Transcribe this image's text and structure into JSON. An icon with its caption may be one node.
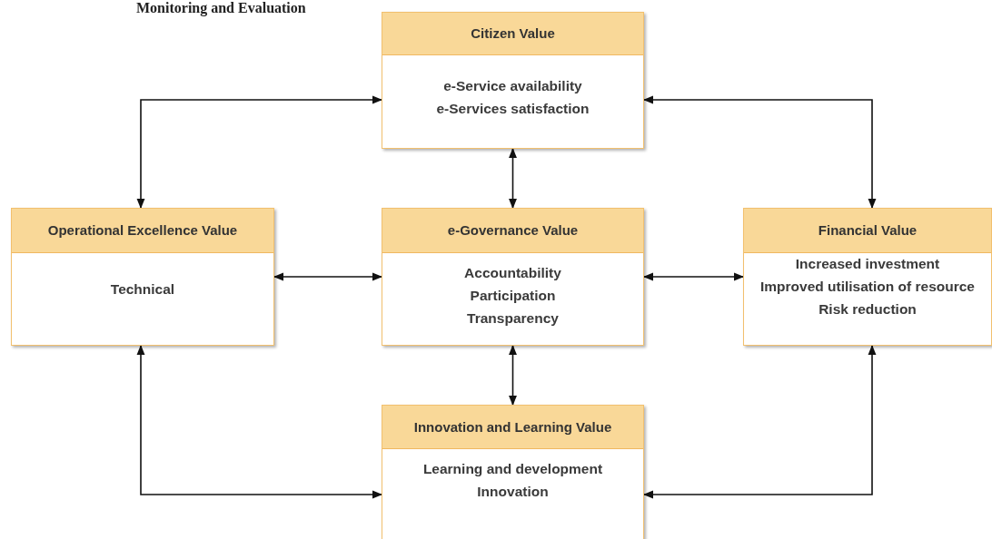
{
  "diagram": {
    "title": "Monitoring and Evaluation",
    "nodes": [
      {
        "text": [
          "Citizen Value",
          "e-Service availability",
          "e-Services satisfaction"
        ]
      },
      {
        "text": [
          "Operational Excellence Value",
          "Technical"
        ]
      },
      {
        "text": [
          "e-Governance Value",
          "Accountability",
          "Participation",
          "Transparency"
        ]
      },
      {
        "text": [
          "Financial Value",
          "Increased investment",
          "Improved utilisation of resource",
          "Risk reduction"
        ]
      },
      {
        "text": [
          "Innovation and Learning Value",
          "Learning and development",
          "Innovation"
        ]
      }
    ],
    "edges": [
      {
        "from": 0,
        "to": 1,
        "arrow": "both"
      },
      {
        "from": 0,
        "to": 3,
        "arrow": "both"
      },
      {
        "from": 0,
        "to": 2,
        "arrow": "both"
      },
      {
        "from": 1,
        "to": 2,
        "arrow": "both"
      },
      {
        "from": 2,
        "to": 3,
        "arrow": "both"
      },
      {
        "from": 2,
        "to": 4,
        "arrow": "both"
      },
      {
        "from": 1,
        "to": 4,
        "arrow": "both"
      },
      {
        "from": 3,
        "to": 4,
        "arrow": "both"
      }
    ]
  }
}
